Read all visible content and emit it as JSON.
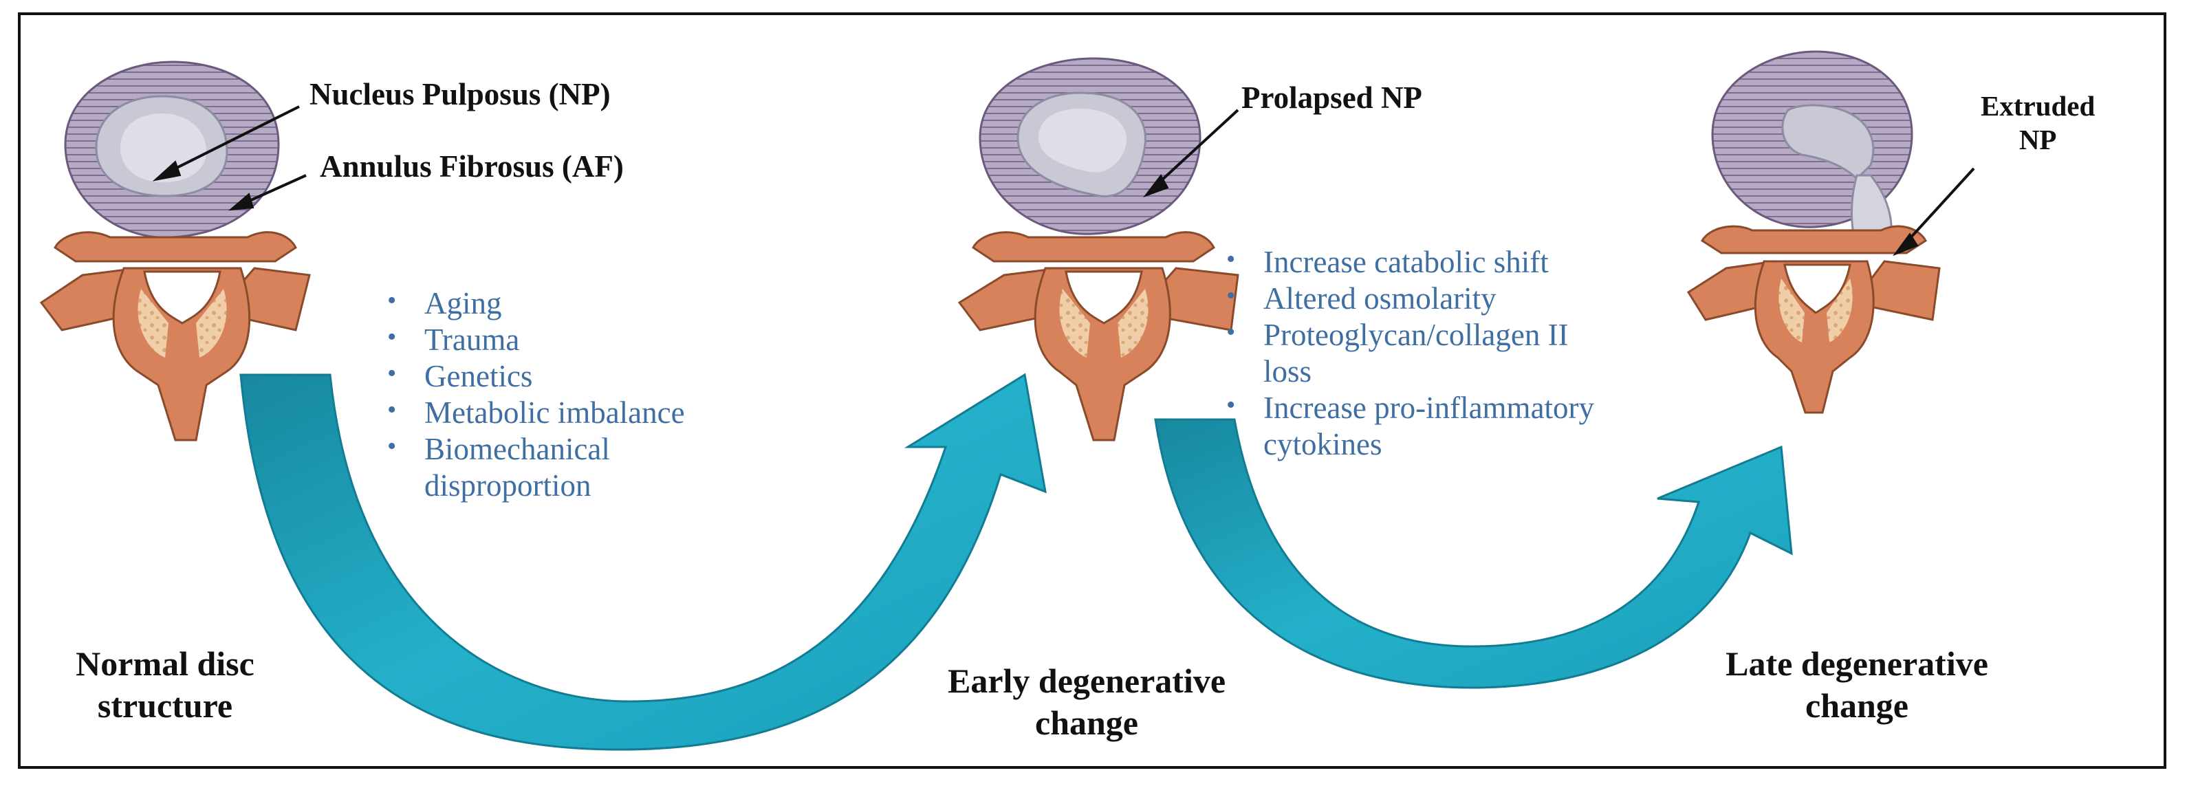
{
  "labels": {
    "np": "Nucleus  Pulposus  (NP)",
    "af": "Annulus Fibrosus (AF)",
    "prolapsed": "Prolapsed  NP",
    "extruded_line1": "Extruded",
    "extruded_line2": "NP"
  },
  "stages": {
    "normal": [
      "Normal  disc",
      "structure"
    ],
    "early": [
      "Early  degenerative",
      "change"
    ],
    "late": [
      "Late  degenerative",
      "change"
    ]
  },
  "risk_factors": [
    "Aging",
    "Trauma",
    "Genetics",
    "Metabolic imbalance",
    "Biomechanical",
    "disproportion"
  ],
  "degeneration_events": [
    "Increase catabolic shift",
    "Altered osmolarity",
    "Proteoglycan/collagen II",
    "loss",
    "Increase pro-inflammatory",
    "cytokines"
  ],
  "colors": {
    "arrow_fill": "#20a9c4",
    "arrow_edge": "#137c93",
    "bone": "#d7825a",
    "bone_inner": "#f1d3b0",
    "disc_ring": "#9a8aaa",
    "nucleus": "#c9c9d6",
    "text_blue": "#3f6ea3"
  }
}
